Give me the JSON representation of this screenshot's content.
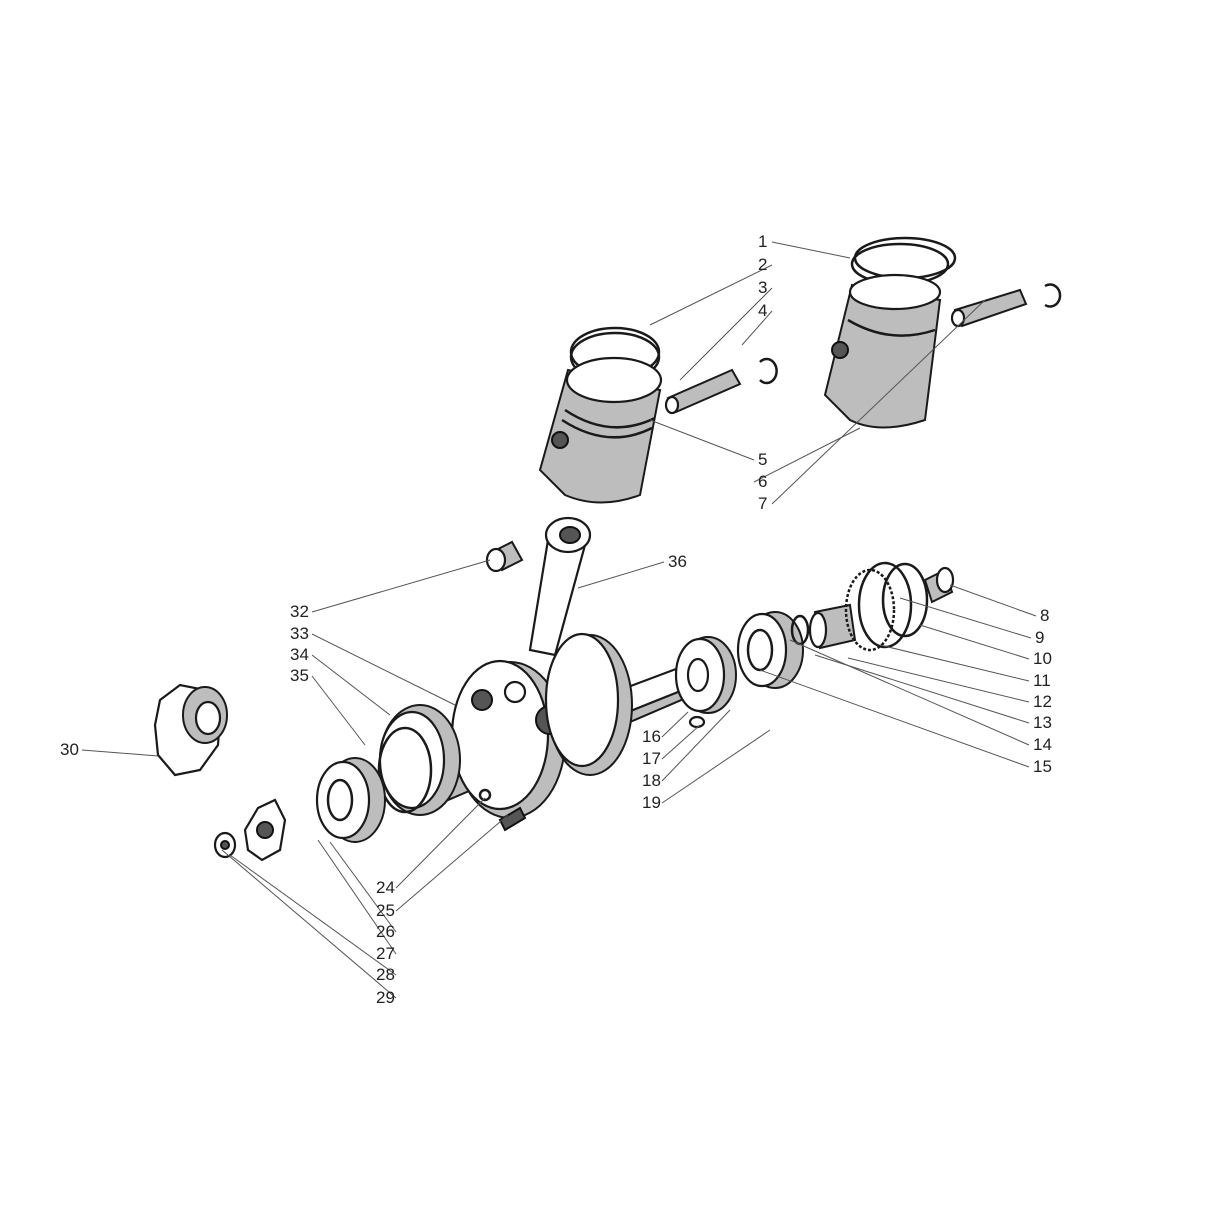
{
  "diagram": {
    "type": "exploded-parts-view",
    "callouts": [
      "1",
      "2",
      "3",
      "4",
      "5",
      "6",
      "7",
      "8",
      "9",
      "10",
      "11",
      "12",
      "13",
      "14",
      "15",
      "16",
      "17",
      "18",
      "19",
      "24",
      "25",
      "26",
      "27",
      "28",
      "29",
      "30",
      "32",
      "33",
      "34",
      "35",
      "36"
    ]
  }
}
